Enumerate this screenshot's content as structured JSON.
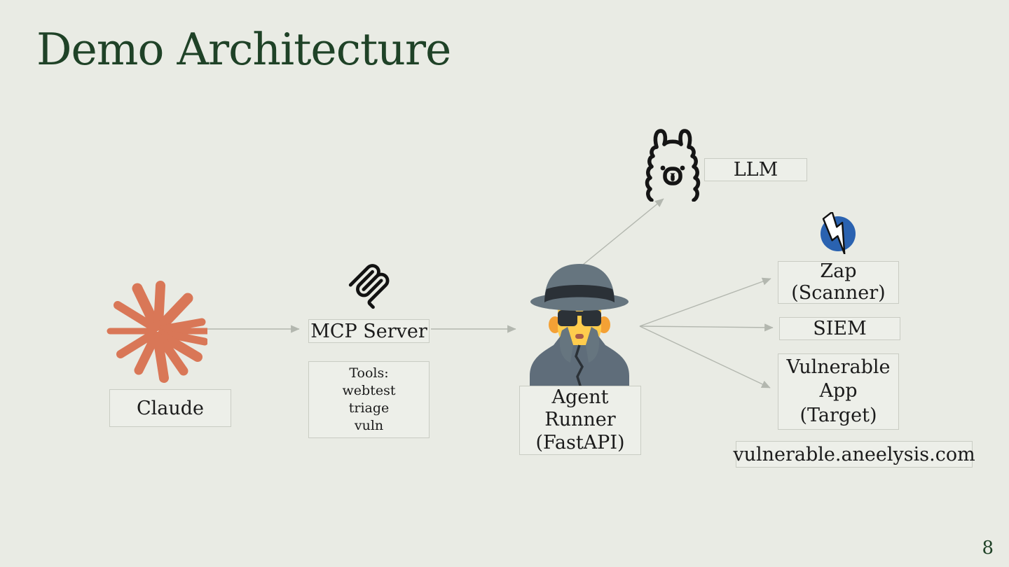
{
  "slide": {
    "title": "Demo Architecture",
    "page_number": "8"
  },
  "colors": {
    "background": "#e9ebe4",
    "title_green": "#1f4227",
    "box_fill": "#edefe9",
    "box_border": "#c9ccc3",
    "text": "#1b1b1b",
    "arrow_gray": "#b3b7af",
    "claude_orange": "#d97757",
    "zap_blue": "#2a62b0",
    "spy_gray": "#66757f",
    "spy_dark": "#2b3137",
    "face_yellow": "#ffcc4d"
  },
  "nodes": {
    "claude": {
      "label": "Claude",
      "icon": "claude-starburst-icon"
    },
    "mcp_server": {
      "label": "MCP Server",
      "icon": "mcp-logo-icon"
    },
    "tools": {
      "label": "Tools:\nwebtest\ntriage\nvuln"
    },
    "agent_runner": {
      "label": "Agent\nRunner\n(FastAPI)",
      "icon": "detective-spy-icon"
    },
    "llm": {
      "label": "LLM",
      "icon": "llama-icon"
    },
    "zap_scanner": {
      "label": "Zap\n(Scanner)",
      "icon": "zap-lightning-icon"
    },
    "siem": {
      "label": "SIEM"
    },
    "vulnerable_app": {
      "label": "Vulnerable\nApp\n(Target)"
    },
    "target_url": {
      "label": "vulnerable.aneelysis.com"
    }
  },
  "edges": [
    {
      "from": "claude",
      "to": "mcp_server"
    },
    {
      "from": "mcp_server",
      "to": "agent_runner"
    },
    {
      "from": "agent_runner",
      "to": "llm"
    },
    {
      "from": "agent_runner",
      "to": "zap_scanner"
    },
    {
      "from": "agent_runner",
      "to": "siem"
    },
    {
      "from": "agent_runner",
      "to": "vulnerable_app"
    }
  ]
}
